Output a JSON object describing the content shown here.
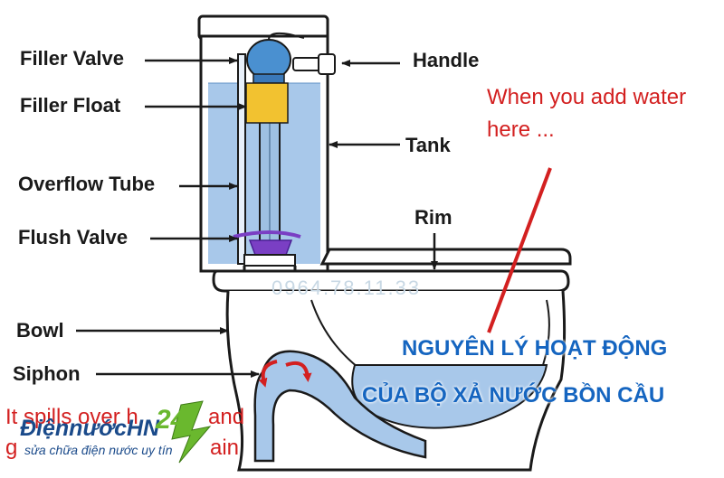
{
  "labels": {
    "filler_valve": "Filler Valve",
    "filler_float": "Filler Float",
    "overflow_tube": "Overflow Tube",
    "flush_valve": "Flush Valve",
    "bowl": "Bowl",
    "siphon": "Siphon",
    "handle": "Handle",
    "tank": "Tank",
    "rim": "Rim"
  },
  "annotation": {
    "line1": "When you add water",
    "line2": "here ..."
  },
  "bottom_note": {
    "line1": "It spills over h",
    "line1_end": "and",
    "line2": "g",
    "line2_end": "ain"
  },
  "title": {
    "line1": "NGUYÊN LÝ HOẠT ĐỘNG",
    "line2": "CỦA BỘ XẢ NƯỚC BỒN CẦU"
  },
  "phone_watermark": "0964.78.11.33",
  "logo": {
    "brand": "ĐiệnnướcHN",
    "number": "24",
    "tagline": "sửa chữa điện nước uy tín"
  },
  "colors": {
    "water": "#a8c8ea",
    "outline": "#1a1a1a",
    "float": "#f2c230",
    "valve": "#4a90d0",
    "flapper": "#7a3fc4",
    "annotation": "#d32020",
    "title": "#1565c0",
    "logo_green": "#6ab82e"
  }
}
